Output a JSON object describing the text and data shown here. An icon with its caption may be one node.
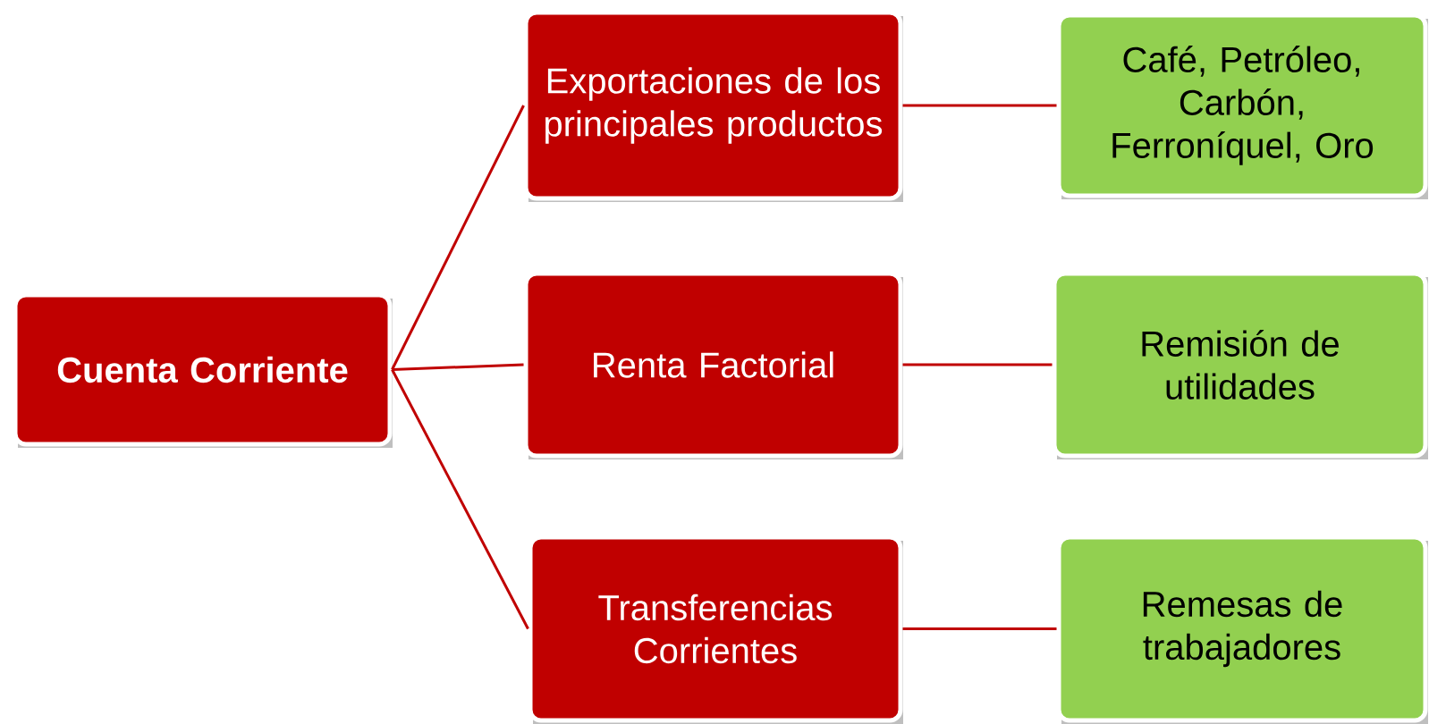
{
  "diagram": {
    "nodes": [
      {
        "text": [
          "Cuenta Corriente"
        ]
      },
      {
        "text": [
          "Exportaciones de los principales productos"
        ]
      },
      {
        "text": [
          "Renta Factorial"
        ]
      },
      {
        "text": [
          "Transferencias Corrientes"
        ]
      },
      {
        "text": [
          "Café, Petróleo, Carbón, Ferroníquel, Oro"
        ]
      },
      {
        "text": [
          "Remisión de utilidades"
        ]
      },
      {
        "text": [
          "Remesas de trabajadores"
        ]
      }
    ],
    "edges": [
      {
        "from": 0,
        "to": 1,
        "arrow": "none"
      },
      {
        "from": 0,
        "to": 2,
        "arrow": "none"
      },
      {
        "from": 0,
        "to": 3,
        "arrow": "none"
      },
      {
        "from": 1,
        "to": 4,
        "arrow": "none"
      },
      {
        "from": 2,
        "to": 5,
        "arrow": "none"
      },
      {
        "from": 3,
        "to": 6,
        "arrow": "none"
      }
    ]
  }
}
